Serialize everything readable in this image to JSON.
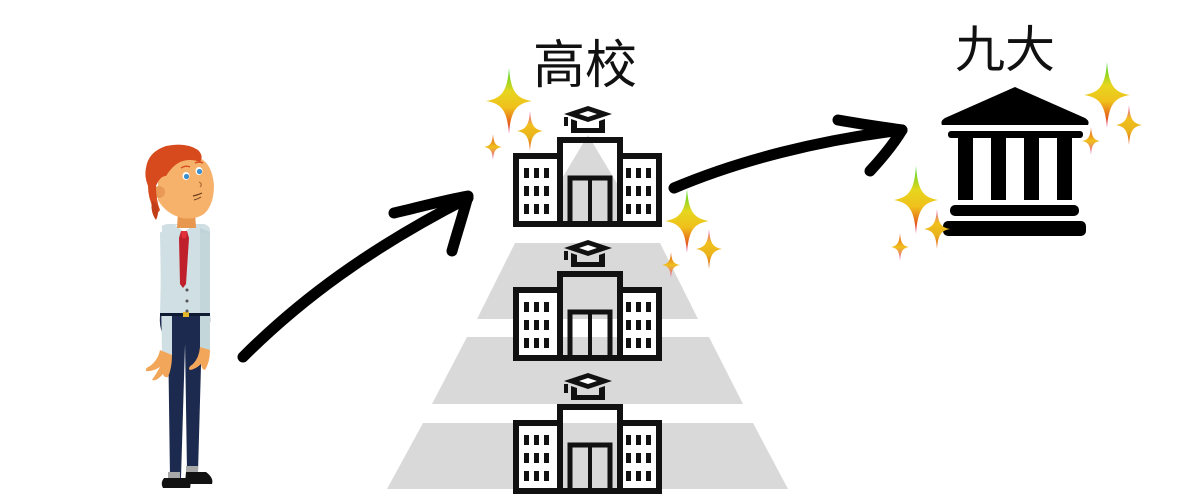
{
  "scene": {
    "background": "#ffffff",
    "pyramid_color": "#d9d9d9",
    "ink_color": "#111111"
  },
  "labels": {
    "high_school": "高校",
    "university": "九大"
  },
  "icons": {
    "student": "student-figure",
    "school": "school-building-with-graduation-cap-icon",
    "university": "university-pillared-building-icon",
    "sparkle": "sparkle-icon",
    "arrow": "hand-drawn-arrow"
  },
  "pyramid": {
    "levels": [
      {
        "name": "top",
        "icon": "school-building-with-graduation-cap-icon"
      },
      {
        "name": "middle",
        "icon": "school-building-with-graduation-cap-icon"
      },
      {
        "name": "bottom",
        "icon": "school-building-with-graduation-cap-icon"
      }
    ]
  },
  "sparkle_gradient": [
    "#3fd62a",
    "#f2d31b",
    "#e8b81e",
    "#e2541b",
    "#e24fb7"
  ]
}
